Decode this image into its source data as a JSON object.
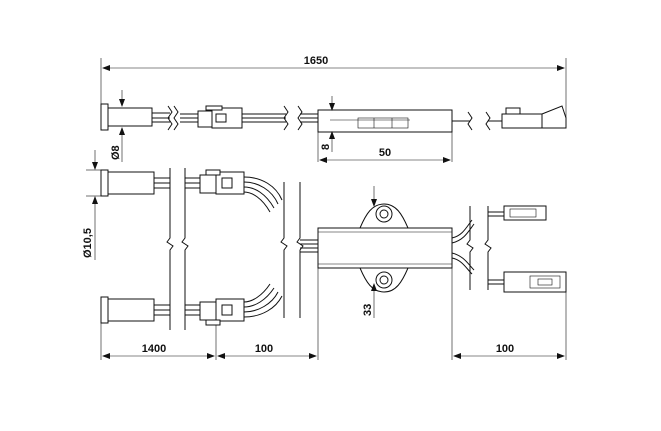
{
  "dimensions": {
    "total_length": "1650",
    "sensor_diameter_top": "Ø8",
    "box_height": "8",
    "box_length": "50",
    "sensor_diameter_left": "Ø10,5",
    "cable_left": "1400",
    "cable_middle": "100",
    "hole_spacing": "33",
    "cable_right": "100"
  }
}
